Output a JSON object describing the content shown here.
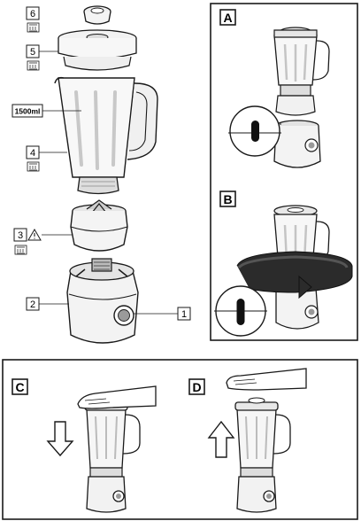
{
  "exploded_view": {
    "callouts": {
      "lid_cap": "6",
      "lid": "5",
      "jar": "4",
      "blade_unit": "3",
      "motor_base": "2",
      "control_knob": "1"
    },
    "capacity_label": "1500ml",
    "dishwasher_safe_symbol": "dishwasher-safe-icon",
    "warning_symbol": "warning-triangle-icon"
  },
  "panels": {
    "a": {
      "letter": "A"
    },
    "b": {
      "letter": "B"
    },
    "c": {
      "letter": "C"
    },
    "d": {
      "letter": "D"
    }
  },
  "colors": {
    "line": "#1a1a1a",
    "plastic": "#f4f4f4",
    "shade": "#cfcfcf",
    "dark": "#2a2a2a"
  }
}
